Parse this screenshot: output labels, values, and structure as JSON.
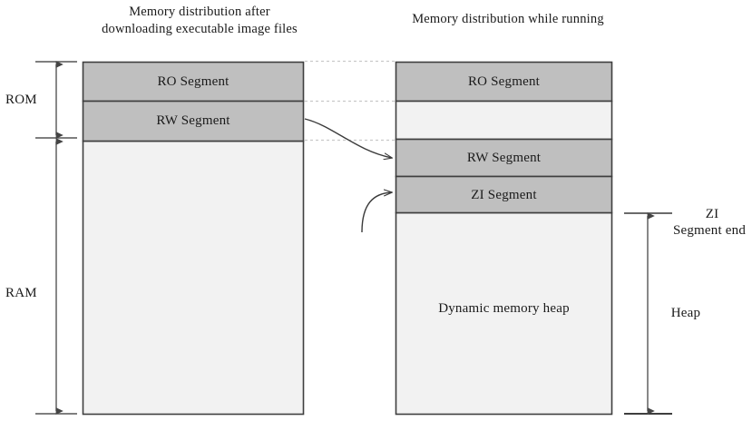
{
  "diagram": {
    "titles": {
      "left": "Memory distribution after downloading executable image files",
      "right": "Memory distribution while running"
    },
    "left_panel": {
      "name": "memory-after-download",
      "segments": [
        {
          "id": "ro",
          "label": "RO Segment",
          "fill": "#bfbfbf"
        },
        {
          "id": "rw",
          "label": "RW Segment",
          "fill": "#bfbfbf"
        },
        {
          "id": "free",
          "label": "",
          "fill": "#f2f2f2"
        }
      ]
    },
    "right_panel": {
      "name": "memory-while-running",
      "segments": [
        {
          "id": "ro",
          "label": "RO Segment",
          "fill": "#bfbfbf"
        },
        {
          "id": "gap",
          "label": "",
          "fill": "#f2f2f2"
        },
        {
          "id": "rw",
          "label": "RW Segment",
          "fill": "#bfbfbf"
        },
        {
          "id": "zi",
          "label": "ZI Segment",
          "fill": "#bfbfbf"
        },
        {
          "id": "heap",
          "label": "Dynamic memory heap",
          "fill": "#f2f2f2"
        }
      ]
    },
    "left_axis": {
      "rom_label": "ROM",
      "ram_label": "RAM"
    },
    "right_axis": {
      "zi_end_label_line1": "ZI",
      "zi_end_label_line2": "Segment end",
      "heap_label": "Heap"
    },
    "colors": {
      "segment_fill": "#bfbfbf",
      "free_fill": "#f2f2f2",
      "border": "#3f3f3f",
      "dotted_guide": "#c9c9c9",
      "arrow": "#5a5a5a",
      "curve": "#3a3a3a",
      "background": "#ffffff"
    }
  }
}
